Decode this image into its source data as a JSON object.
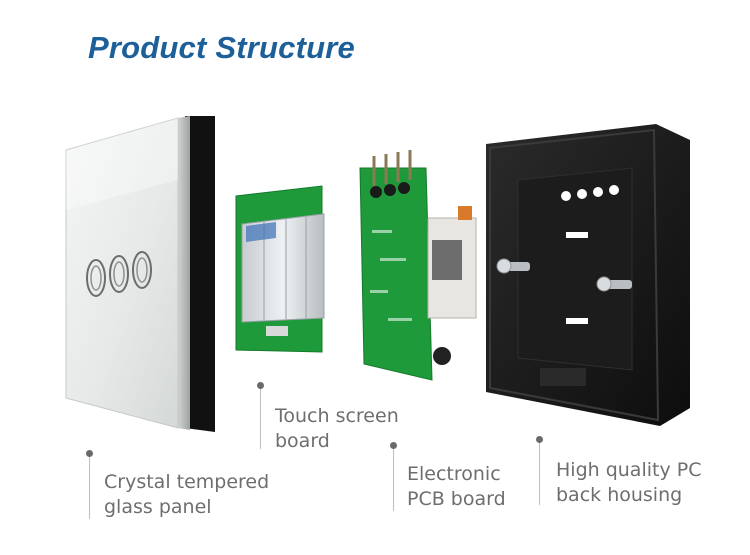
{
  "header": {
    "title": "Product Structure"
  },
  "components": [
    {
      "id": "glass-panel",
      "label_lines": [
        "Crystal tempered",
        "glass panel"
      ]
    },
    {
      "id": "touch-board",
      "label_lines": [
        "Touch screen",
        "board"
      ]
    },
    {
      "id": "pcb-board",
      "label_lines": [
        "Electronic",
        "PCB board"
      ]
    },
    {
      "id": "back-housing",
      "label_lines": [
        "High quality PC",
        "back housing"
      ]
    }
  ],
  "colors": {
    "title": "#1d5f99",
    "label_text": "#6e6e6e",
    "pcb_green": "#1f9a3a",
    "glass_white": "#eef0ef",
    "housing_black": "#151515"
  },
  "touch_button_count": 3
}
